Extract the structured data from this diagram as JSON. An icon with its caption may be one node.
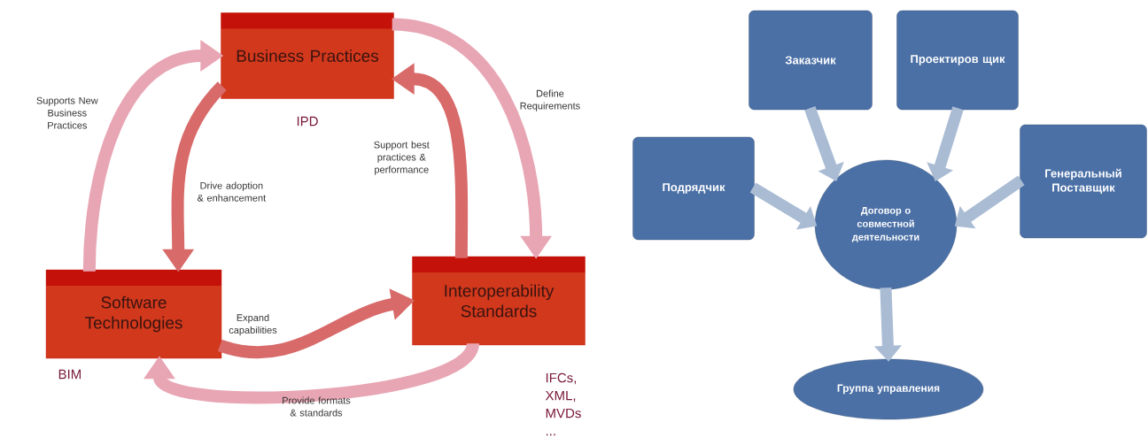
{
  "diagram": {
    "nodes": [
      {
        "text": [
          "Business Practices"
        ],
        "beside": [
          "IPD"
        ]
      },
      {
        "text": [
          "Software Technologies"
        ],
        "beside": [
          "BIM"
        ]
      },
      {
        "text": [
          "Interoperability Standards"
        ],
        "beside": [
          "IFCs, XML, MVDs ..."
        ]
      },
      {
        "text": [
          "Заказчик"
        ]
      },
      {
        "text": [
          "Проектиров щик"
        ]
      },
      {
        "text": [
          "Подрядчик"
        ]
      },
      {
        "text": [
          "Генеральный Поставщик"
        ]
      },
      {
        "text": [
          "Договор о совместной деятельности"
        ]
      },
      {
        "text": [
          "Группа управления"
        ]
      }
    ],
    "edges": [
      {
        "from": 0,
        "to": 2,
        "arrow": "to",
        "label": "Define Requirements",
        "color": "#e8a6b4"
      },
      {
        "from": 2,
        "to": 1,
        "arrow": "to",
        "label": "Provide formats & standards",
        "color": "#e8a6b4"
      },
      {
        "from": 1,
        "to": 0,
        "arrow": "to",
        "label": "Supports New Business Practices",
        "color": "#e8a6b4"
      },
      {
        "from": 0,
        "to": 1,
        "arrow": "to",
        "label": "Drive adoption & enhancement",
        "color": "#d86a6a"
      },
      {
        "from": 2,
        "to": 0,
        "arrow": "to",
        "label": "Support best practices & performance",
        "color": "#d86a6a"
      },
      {
        "from": 1,
        "to": 2,
        "arrow": "to",
        "label": "Expand capabilities",
        "color": "#d86a6a"
      },
      {
        "from": 3,
        "to": 7,
        "arrow": "to"
      },
      {
        "from": 4,
        "to": 7,
        "arrow": "to"
      },
      {
        "from": 5,
        "to": 7,
        "arrow": "to"
      },
      {
        "from": 6,
        "to": 7,
        "arrow": "to"
      },
      {
        "from": 7,
        "to": 8,
        "arrow": "to"
      }
    ]
  }
}
